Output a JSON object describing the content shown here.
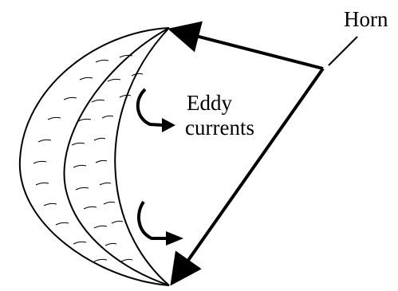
{
  "labels": {
    "horn": "Horn",
    "eddy_line1": "Eddy",
    "eddy_line2": "currents"
  }
}
